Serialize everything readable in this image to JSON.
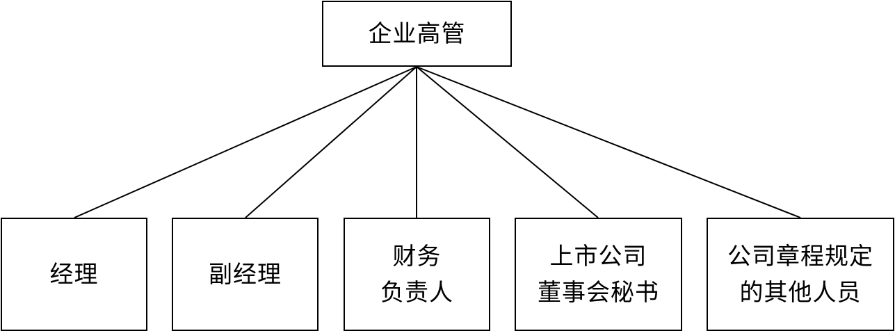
{
  "diagram": {
    "root": {
      "label": "企业高管"
    },
    "children": [
      {
        "label": "经理"
      },
      {
        "label": "副经理"
      },
      {
        "label": "财务\n负责人"
      },
      {
        "label": "上市公司\n董事会秘书"
      },
      {
        "label": "公司章程规定\n的其他人员"
      }
    ]
  }
}
